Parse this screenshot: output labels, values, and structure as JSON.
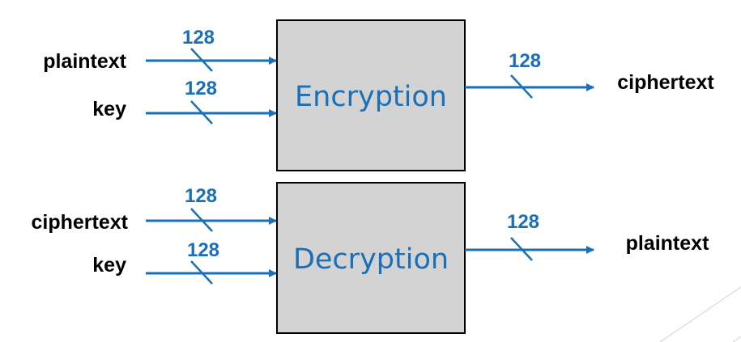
{
  "colors": {
    "wire": "#1a70b8",
    "box_fill": "#d3d3d3",
    "box_border": "#000000",
    "label": "#000000"
  },
  "encryption": {
    "box_label": "Encryption",
    "inputs": [
      {
        "label": "plaintext",
        "bits": "128"
      },
      {
        "label": "key",
        "bits": "128"
      }
    ],
    "output": {
      "label": "ciphertext",
      "bits": "128"
    }
  },
  "decryption": {
    "box_label": "Decryption",
    "inputs": [
      {
        "label": "ciphertext",
        "bits": "128"
      },
      {
        "label": "key",
        "bits": "128"
      }
    ],
    "output": {
      "label": "plaintext",
      "bits": "128"
    }
  }
}
